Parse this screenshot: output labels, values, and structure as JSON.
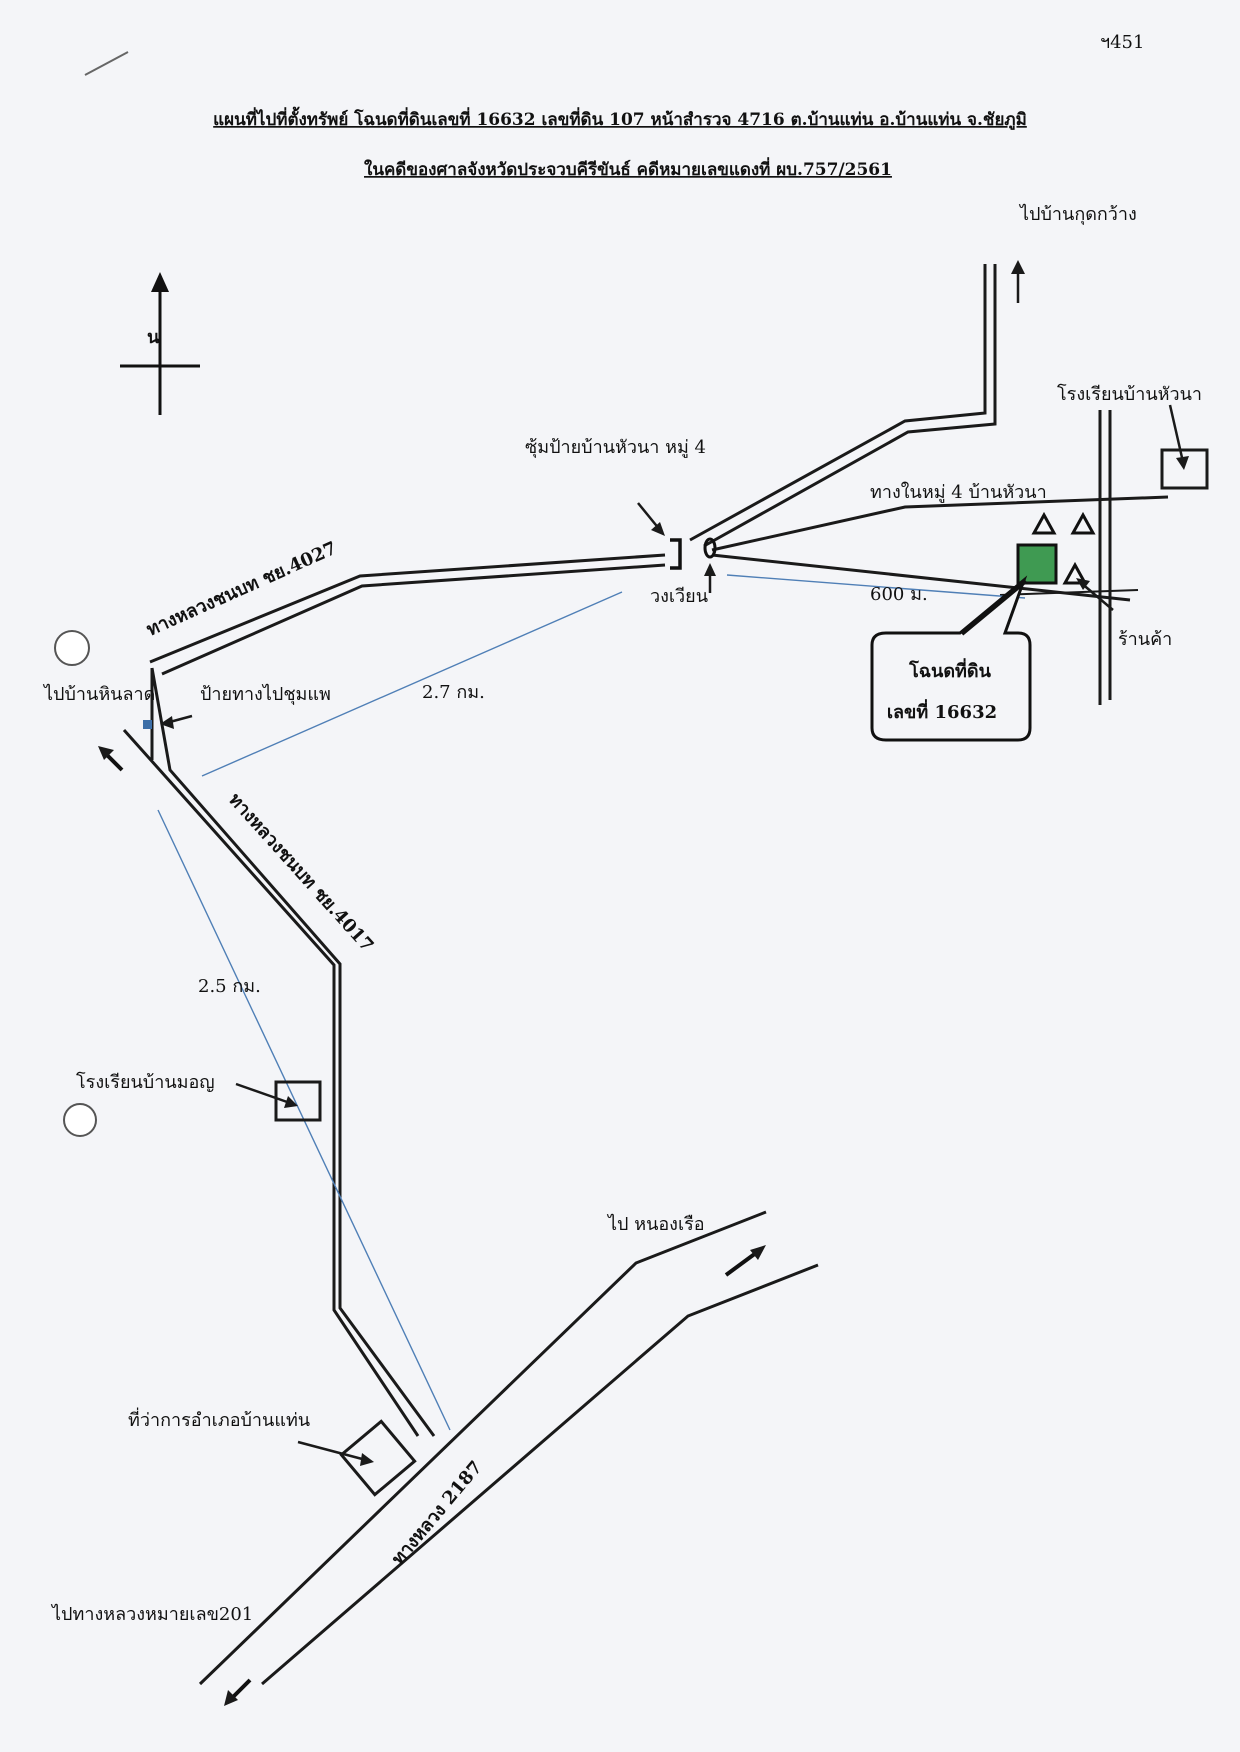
{
  "page_mark": "ฯ451",
  "title": {
    "line1": "แผนที่ไปที่ตั้งทรัพย์ โฉนดที่ดินเลขที่ 16632 เลขที่ดิน 107 หน้าสำรวจ 4716 ต.บ้านแท่น อ.บ้านแท่น จ.ชัยภูมิ",
    "line2": "ในคดีของศาลจังหวัดประจวบคีรีขันธ์ คดีหมายเลขแดงที่ ผบ.757/2561"
  },
  "north_label": "น",
  "labels": {
    "to_ban_kut_krang": "ไปบ้านกุดกว้าง",
    "school_hua_na": "โรงเรียนบ้านหัวนา",
    "arch_hua_na": "ซุ้มป้ายบ้านหัวนา หมู่ 4",
    "village_road": "ทางในหมู่ 4 บ้านหัวนา",
    "roundabout": "วงเวียน",
    "dist_600": "600 ม.",
    "shop": "ร้านค้า",
    "deed_line1": "โฉนดที่ดิน",
    "deed_line2": "เลขที่ 16632",
    "road_4027": "ทางหลวงชนบท ชย.4027",
    "to_hin_lat": "ไปบ้านหินลาด",
    "sign_chum_phae": "ป้ายทางไปชุมแพ",
    "dist_2_7": "2.7 กม.",
    "road_4017": "ทางหลวงชนบท ชย.4017",
    "dist_2_5": "2.5 กม.",
    "school_mon": "โรงเรียนบ้านมอญ",
    "to_nong_ruea": "ไป หนองเรือ",
    "district_office": "ที่ว่าการอำเภอบ้านแท่น",
    "road_2187": "ทางหลวง 2187",
    "to_hwy_201": "ไปทางหลวงหมายเลข201"
  },
  "colors": {
    "road": "#1a1a1a",
    "distance_line": "#4f7fb6",
    "deed_parcel": "#3f9a52",
    "sign_marker": "#3d6fa8",
    "paper": "#f4f5f8"
  },
  "icons": [
    "north-arrow-icon",
    "shop-triangle-icon",
    "roundabout-icon",
    "arch-gate-icon",
    "school-box-icon"
  ]
}
